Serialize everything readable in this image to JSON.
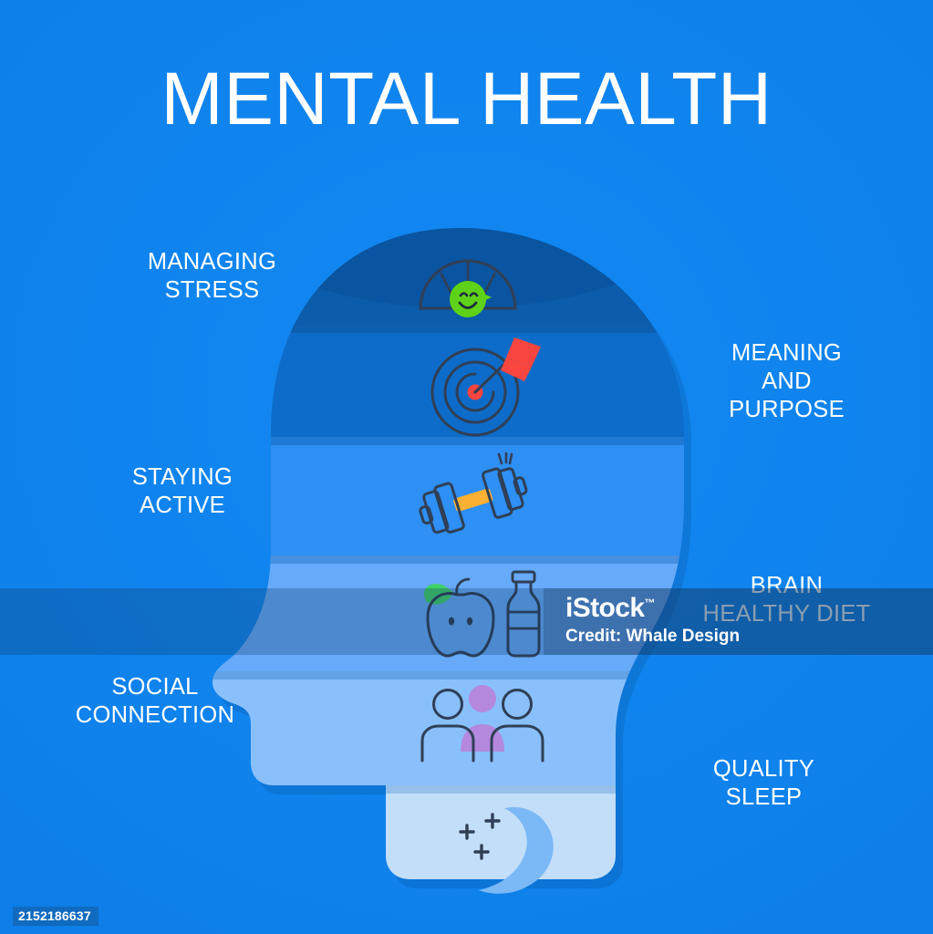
{
  "title": "MENTAL HEALTH",
  "background_color": "#0f82ec",
  "labels": {
    "managing_stress": "MANAGING\nSTRESS",
    "meaning_purpose": "MEANING\nAND\nPURPOSE",
    "staying_active": "STAYING\nACTIVE",
    "brain_healthy_diet": "BRAIN\nHEALTHY DIET",
    "social_connection": "SOCIAL\nCONNECTION",
    "quality_sleep": "QUALITY\nSLEEP"
  },
  "watermark": {
    "logo": "iStock",
    "trademark": "™",
    "credit": "Credit: Whale Design",
    "asset_id": "2152186637"
  },
  "chart_data": {
    "type": "diagram",
    "title": "MENTAL HEALTH",
    "layout": "stacked horizontal bands forming a human head silhouette in profile, facing left",
    "legend_position": "alternating left and right of the head",
    "bands": [
      {
        "index": 1,
        "label": "MANAGING\nSTRESS",
        "label_side": "left",
        "color": "#0b5cab",
        "icon": "stress-gauge-icon",
        "icon_description": "speedometer gauge with green smiley face needle",
        "icon_colors": [
          "#2f3f56",
          "#5ed219"
        ]
      },
      {
        "index": 2,
        "label": "MEANING\nAND\nPURPOSE",
        "label_side": "right",
        "color": "#0d6cc9",
        "icon": "target-dart-icon",
        "icon_description": "bullseye target struck by a red dart",
        "icon_colors": [
          "#2f3f56",
          "#f9453f"
        ]
      },
      {
        "index": 3,
        "label": "STAYING\nACTIVE",
        "label_side": "left",
        "color": "#2e8ff4",
        "icon": "dumbbell-icon",
        "icon_description": "dumbbell with orange bar and motion marks",
        "icon_colors": [
          "#2f3f56",
          "#fcb034"
        ]
      },
      {
        "index": 4,
        "label": "BRAIN\nHEALTHY DIET",
        "label_side": "right",
        "color": "#66aaf9",
        "icon": "apple-bottle-icon",
        "icon_description": "apple with green leaf beside a bottle",
        "icon_colors": [
          "#2f3f56",
          "#3fd168"
        ]
      },
      {
        "index": 5,
        "label": "SOCIAL\nCONNECTION",
        "label_side": "left",
        "color": "#89c0fb",
        "icon": "people-group-icon",
        "icon_description": "three people, two outlined and one purple filled behind",
        "icon_colors": [
          "#2f3f56",
          "#b388dd"
        ]
      },
      {
        "index": 6,
        "label": "QUALITY\nSLEEP",
        "label_side": "right",
        "color": "#c3def9",
        "icon": "moon-stars-icon",
        "icon_description": "crescent moon with three plus-shaped sparkles",
        "icon_colors": [
          "#2f3f56",
          "#7ab8f6"
        ]
      }
    ]
  }
}
